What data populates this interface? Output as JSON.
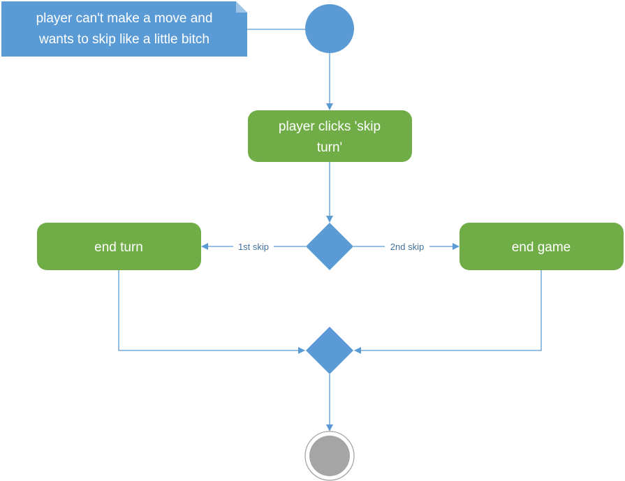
{
  "colors": {
    "blue": "#5b9bd5",
    "green": "#70ad47",
    "final_gray": "#a5a5a5",
    "edge_label_text": "#41719c"
  },
  "note": {
    "line1": "player can't make a move and",
    "line2": "wants to skip like a little bitch"
  },
  "nodes": {
    "start": {
      "shape": "filled-circle"
    },
    "skip_action": {
      "line1": "player clicks 'skip",
      "line2": "turn'"
    },
    "decision": {
      "shape": "diamond"
    },
    "end_turn": {
      "label": "end turn"
    },
    "end_game": {
      "label": "end game"
    },
    "merge": {
      "shape": "diamond"
    },
    "final": {
      "shape": "bullseye"
    }
  },
  "edges": {
    "first_skip": "1st skip",
    "second_skip": "2nd skip"
  }
}
